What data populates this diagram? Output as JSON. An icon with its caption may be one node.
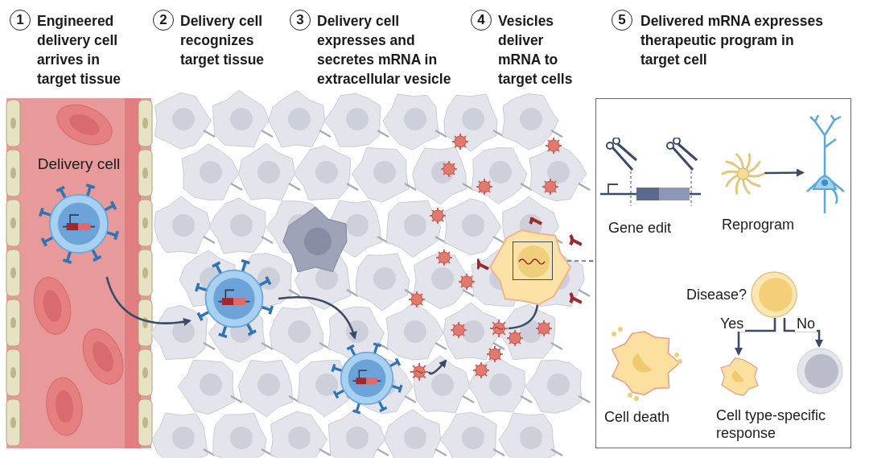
{
  "diagram": {
    "nodes": [
      {
        "text": [
          "Delivery cell"
        ]
      },
      {
        "text": [],
        "shape": "circle"
      },
      {
        "text": [],
        "shape": "circle"
      },
      {
        "text": [],
        "shape": "picture"
      },
      {
        "text": [],
        "shape": "picture"
      },
      {
        "text": [],
        "shape": "picture"
      },
      {
        "text": [],
        "shape": "box",
        "in": 5
      },
      {
        "text": [],
        "shape": "box"
      },
      {
        "text": [
          "Gene edit"
        ],
        "in": 7
      },
      {
        "text": [],
        "shape": "picture",
        "in": 7
      },
      {
        "text": [],
        "shape": "picture",
        "in": 7
      },
      {
        "text": [
          "Disease?"
        ],
        "in": 7
      },
      {
        "text": [
          "Cell death"
        ],
        "in": 7
      },
      {
        "text": [],
        "shape": "picture",
        "in": 7
      },
      {
        "text": [],
        "shape": "circle",
        "in": 7
      }
    ],
    "edges": [
      {
        "from": 0,
        "to": 1,
        "arrow": "to"
      },
      {
        "from": 1,
        "to": 2,
        "arrow": "to"
      },
      {
        "from": 3,
        "to": null,
        "arrow": "to"
      },
      {
        "from": 4,
        "to": 6,
        "arrow": "to"
      },
      {
        "from": 6,
        "to": 7,
        "arrow": "none",
        "style": "dashed"
      },
      {
        "from": 9,
        "to": 10,
        "arrow": "to"
      },
      {
        "from": 11,
        "to": 13,
        "arrow": "to",
        "label": "Yes"
      },
      {
        "from": 11,
        "to": 14,
        "arrow": "to",
        "label": "No"
      }
    ],
    "labels": [
      "1",
      "Engineered delivery cell arrives in target tissue",
      "2",
      "Delivery cell recognizes target tissue",
      "3",
      "Delivery cell expresses and secretes mRNA in extracellular vesicle",
      "4",
      "Vesicles deliver mRNA to target cells",
      "5",
      "Delivered mRNA expresses therapeutic program in target cell",
      "Reprogram",
      "Cell type-specific response"
    ]
  }
}
